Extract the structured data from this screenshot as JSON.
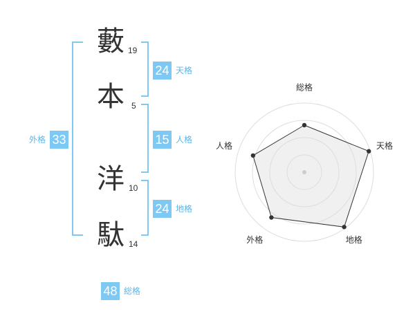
{
  "name": {
    "chars": [
      {
        "char": "藪",
        "strokes": "19"
      },
      {
        "char": "本",
        "strokes": "5"
      },
      {
        "char": "洋",
        "strokes": "10"
      },
      {
        "char": "駄",
        "strokes": "14"
      }
    ]
  },
  "fortunes": {
    "tenkaku": {
      "value": "24",
      "label": "天格"
    },
    "jinkaku": {
      "value": "15",
      "label": "人格"
    },
    "chikaku": {
      "value": "24",
      "label": "地格"
    },
    "gaikaku": {
      "value": "33",
      "label": "外格"
    },
    "soukaku": {
      "value": "48",
      "label": "総格"
    }
  },
  "accent_color": "#7ec8f4",
  "chart_data": {
    "type": "radar",
    "axes": [
      "総格",
      "天格",
      "地格",
      "外格",
      "人格"
    ],
    "values": [
      0.68,
      0.98,
      0.98,
      0.81,
      0.78
    ],
    "scale_max": 1,
    "rings": 4,
    "grid": true
  }
}
